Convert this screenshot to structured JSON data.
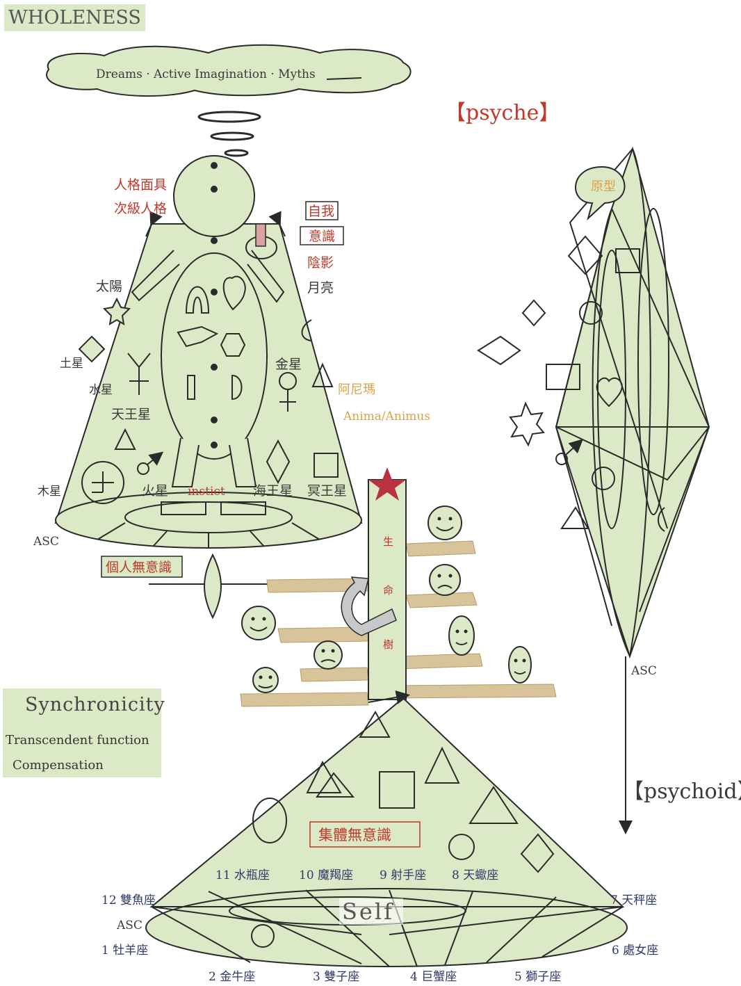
{
  "title": "WHOLENESS",
  "cloud_text": "Dreams · Active Imagination · Myths",
  "psyche": "【psyche】",
  "psychoid": "【psychoid】",
  "left_figure": {
    "persona": "人格面具",
    "secondary_personality": "次級人格",
    "ego": "自我",
    "consciousness": "意識",
    "shadow": "陰影",
    "moon": "月亮",
    "sun": "太陽",
    "saturn": "土星",
    "mercury": "水星",
    "uranus": "天王星",
    "venus": "金星",
    "anima_zh": "阿尼瑪",
    "anima": "Anima/Animus",
    "jupiter": "木星",
    "mars": "火星",
    "instinct": "instict",
    "neptune": "海王星",
    "pluto": "冥王星",
    "asc": "ASC",
    "personal_unconscious": "個人無意識"
  },
  "archetype": "原型",
  "asc_right": "ASC",
  "life_tree": [
    "生",
    "命",
    "樹"
  ],
  "synchronicity": {
    "title": "Synchronicity",
    "transcendent": "Transcendent function",
    "compensation": "Compensation"
  },
  "collective": {
    "label": "集體無意識",
    "self": "Self",
    "asc": "ASC",
    "signs": {
      "s1": "1 牡羊座",
      "s2": "2 金牛座",
      "s3": "3 雙子座",
      "s4": "4 巨蟹座",
      "s5": "5 獅子座",
      "s6": "6 處女座",
      "s7": "7 天秤座",
      "s8": "8 天蠍座",
      "s9": "9 射手座",
      "s10": "10 魔羯座",
      "s11": "11 水瓶座",
      "s12": "12 雙魚座"
    }
  },
  "colors": {
    "fill": "#dbe9c6",
    "line": "#2a2a2a",
    "accent_red": "#c0392b",
    "label_dark": "#2f2f2f",
    "shelf": "#d8c49a",
    "star": "#b8323f",
    "anima_text": "#d9a24a"
  }
}
